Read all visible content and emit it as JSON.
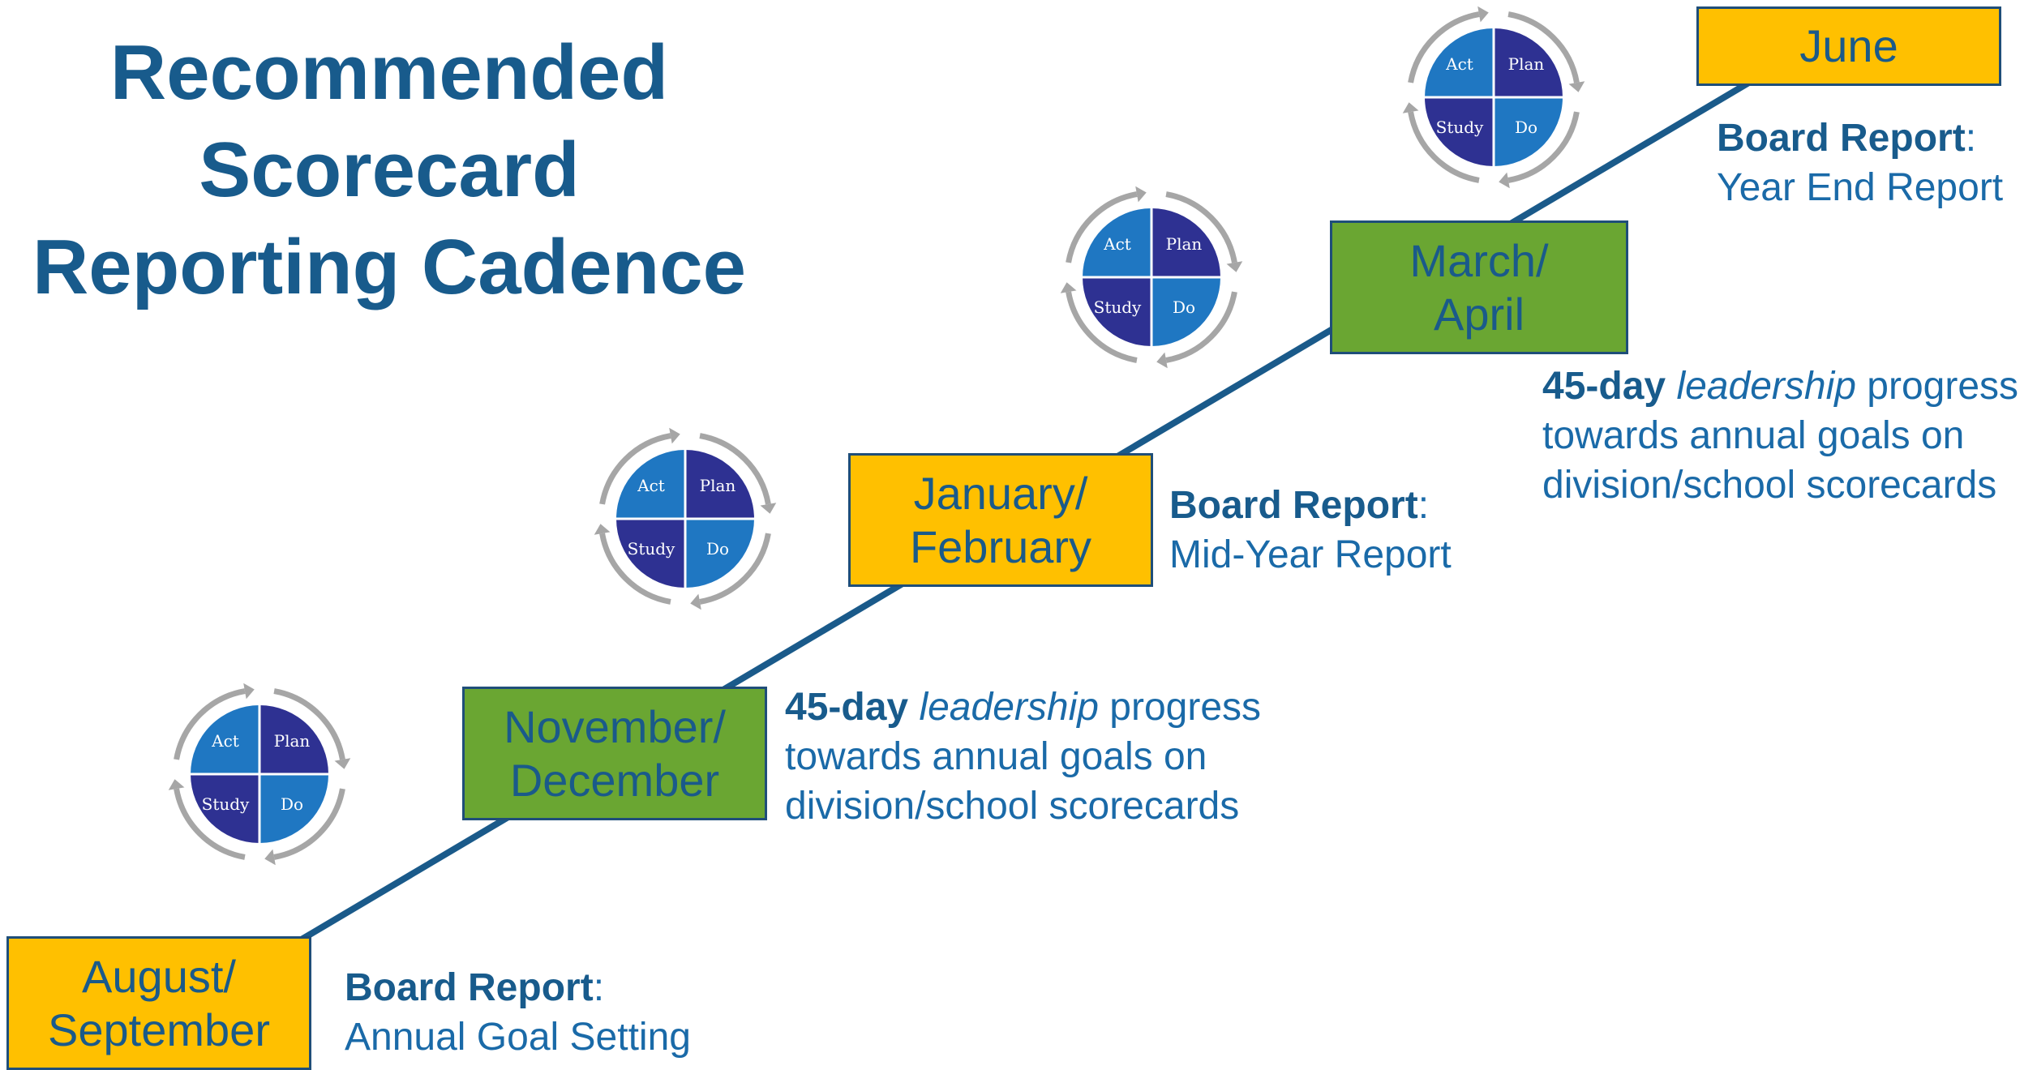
{
  "title": {
    "line1": "Recommended",
    "line2": "Scorecard",
    "line3": "Reporting Cadence"
  },
  "periods": [
    {
      "line1": "August/",
      "line2": "September",
      "color": "#ffc000"
    },
    {
      "line1": "November/",
      "line2": "December",
      "color": "#6aa632"
    },
    {
      "line1": "January/",
      "line2": "February",
      "color": "#ffc000"
    },
    {
      "line1": "March/",
      "line2": "April",
      "color": "#6aa632"
    },
    {
      "line1": "June",
      "color": "#ffc000"
    }
  ],
  "notes": {
    "annual": {
      "bold": "Board Report",
      "colon": ":",
      "line2": "Annual Goal Setting"
    },
    "midyear": {
      "bold": "Board Report",
      "colon": ":",
      "line2": "Mid-Year Report"
    },
    "yearend": {
      "bold": "Board Report",
      "colon": ":",
      "line2": "Year End Report"
    },
    "progress1": {
      "bold": "45-day",
      "italic": "leadership",
      "rest": "progress",
      "line2": "towards annual goals on",
      "line3": "division/school scorecards"
    },
    "progress2": {
      "bold": "45-day",
      "italic": "leadership",
      "rest": "progress",
      "line2": "towards annual goals on",
      "line3": "division/school scorecards"
    }
  },
  "pdsa": {
    "act": "Act",
    "plan": "Plan",
    "study": "Study",
    "do": "Do"
  },
  "colors": {
    "dark_blue": "#2e3192",
    "mid_blue": "#1f77c2",
    "title_blue": "#185b8c",
    "yellow": "#ffc000",
    "green": "#6aa632"
  }
}
